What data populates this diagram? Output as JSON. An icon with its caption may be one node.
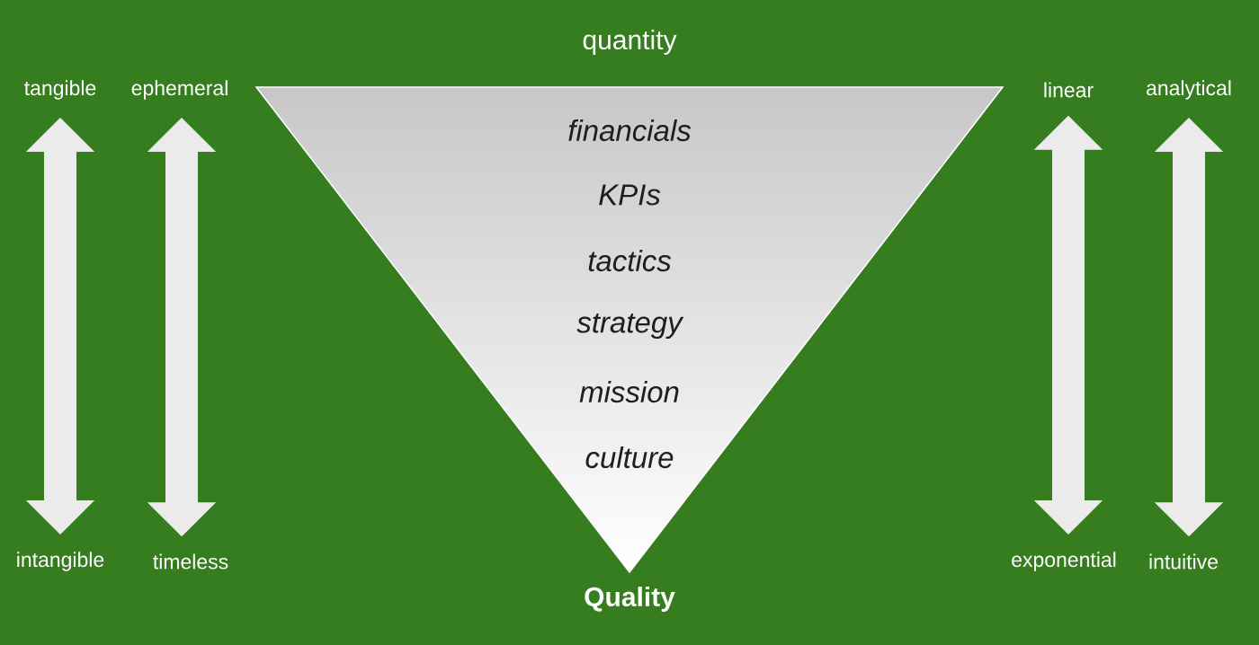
{
  "diagram": {
    "nodes": [
      {
        "text": [
          "financials",
          "KPIs",
          "tactics",
          "strategy",
          "mission",
          "culture"
        ]
      },
      {
        "text": [
          "tangible"
        ]
      },
      {
        "text": [
          "ephemeral"
        ]
      },
      {
        "text": [
          "linear"
        ]
      },
      {
        "text": [
          "analytical"
        ]
      },
      {
        "text": [
          "intangible"
        ]
      },
      {
        "text": [
          "timeless"
        ]
      },
      {
        "text": [
          "exponential"
        ]
      },
      {
        "text": [
          "intuitive"
        ]
      }
    ],
    "edges": [
      {
        "from": 1,
        "to": 5,
        "arrow": "both"
      },
      {
        "from": 2,
        "to": 6,
        "arrow": "both"
      },
      {
        "from": 3,
        "to": 7,
        "arrow": "both"
      },
      {
        "from": 4,
        "to": 8,
        "arrow": "both"
      }
    ],
    "labels": [
      "quantity",
      "Quality"
    ]
  }
}
